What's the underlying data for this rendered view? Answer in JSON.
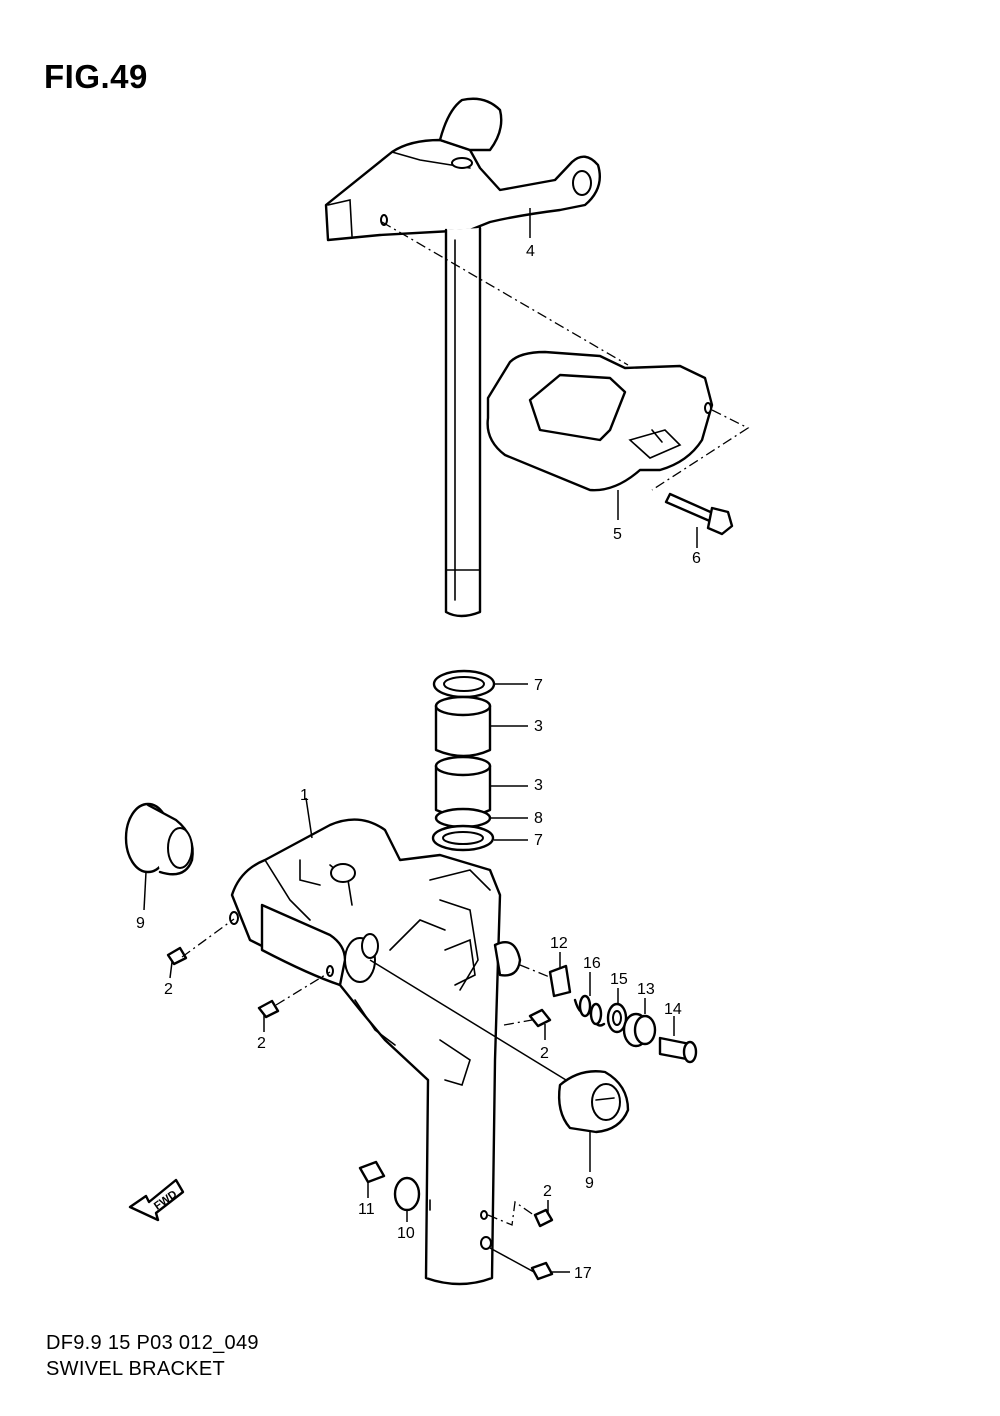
{
  "figure": {
    "title": "FIG.49"
  },
  "footer": {
    "model_code": "DF9.9 15 P03 012_049",
    "diagram_name": "SWIVEL BRACKET"
  },
  "fwd_label": "FWD",
  "callouts": {
    "c1": "1",
    "c2a": "2",
    "c2b": "2",
    "c2c": "2",
    "c2d": "2",
    "c3a": "3",
    "c3b": "3",
    "c4": "4",
    "c5": "5",
    "c6": "6",
    "c7a": "7",
    "c7b": "7",
    "c8": "8",
    "c9a": "9",
    "c9b": "9",
    "c10": "10",
    "c11": "11",
    "c12": "12",
    "c13": "13",
    "c14": "14",
    "c15": "15",
    "c16": "16",
    "c17": "17"
  }
}
